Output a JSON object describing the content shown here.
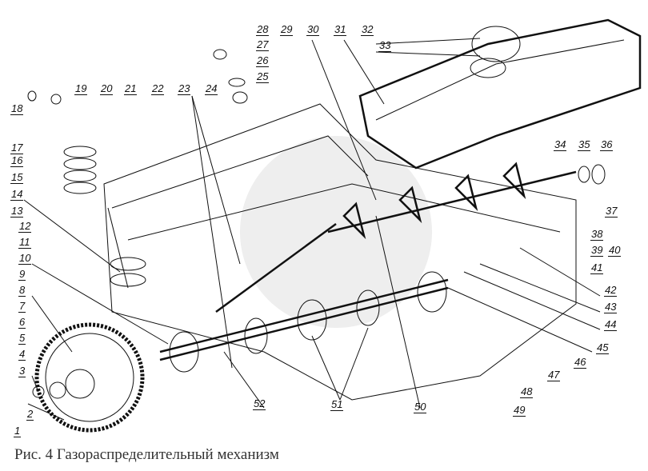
{
  "caption": "Рис. 4 Газораспределительный механизм",
  "callouts": [
    "1",
    "2",
    "3",
    "4",
    "5",
    "6",
    "7",
    "8",
    "9",
    "10",
    "11",
    "12",
    "13",
    "14",
    "15",
    "16",
    "17",
    "18",
    "19",
    "20",
    "21",
    "22",
    "23",
    "24",
    "25",
    "26",
    "27",
    "28",
    "29",
    "30",
    "31",
    "32",
    "33",
    "34",
    "35",
    "36",
    "37",
    "38",
    "39",
    "40",
    "41",
    "42",
    "43",
    "44",
    "45",
    "46",
    "47",
    "48",
    "49",
    "50",
    "51",
    "52"
  ]
}
